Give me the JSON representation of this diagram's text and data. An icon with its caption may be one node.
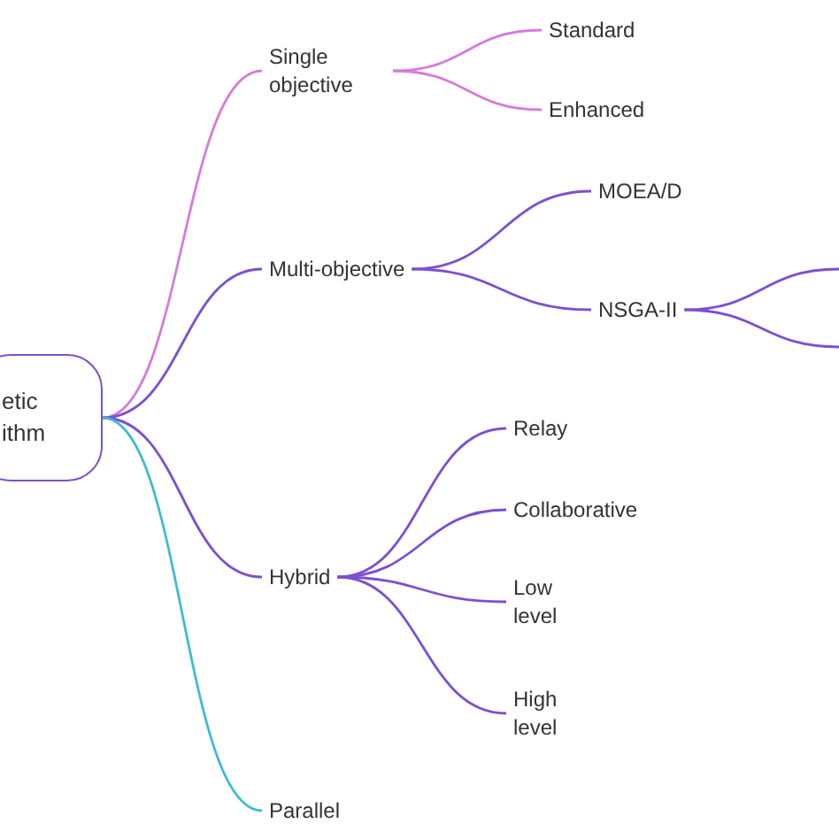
{
  "diagram": {
    "nodes": [
      {
        "text": [
          "etic ithm"
        ]
      },
      {
        "text": [
          "Single objective"
        ]
      },
      {
        "text": [
          "Standard"
        ]
      },
      {
        "text": [
          "Enhanced"
        ]
      },
      {
        "text": [
          "Multi-objective"
        ]
      },
      {
        "text": [
          "MOEA/D"
        ]
      },
      {
        "text": [
          "NSGA-II"
        ]
      },
      {
        "text": [
          "Hybrid"
        ]
      },
      {
        "text": [
          "Relay"
        ]
      },
      {
        "text": [
          "Collaborative"
        ]
      },
      {
        "text": [
          "Low level"
        ]
      },
      {
        "text": [
          "High level"
        ]
      },
      {
        "text": [
          "Parallel"
        ]
      }
    ],
    "edges": [
      {
        "from": 0,
        "to": 1,
        "arrow": "none",
        "color": "#d67bdc"
      },
      {
        "from": 1,
        "to": 2,
        "arrow": "none",
        "color": "#d67bdc"
      },
      {
        "from": 1,
        "to": 3,
        "arrow": "none",
        "color": "#d67bdc"
      },
      {
        "from": 0,
        "to": 4,
        "arrow": "none"
      },
      {
        "from": 4,
        "to": 5,
        "arrow": "none"
      },
      {
        "from": 4,
        "to": 6,
        "arrow": "none"
      },
      {
        "from": 6,
        "to": null,
        "arrow": "none"
      },
      {
        "from": 6,
        "to": null,
        "arrow": "none"
      },
      {
        "from": 0,
        "to": 7,
        "arrow": "none"
      },
      {
        "from": 7,
        "to": 8,
        "arrow": "none"
      },
      {
        "from": 7,
        "to": 9,
        "arrow": "none"
      },
      {
        "from": 7,
        "to": 10,
        "arrow": "none"
      },
      {
        "from": 7,
        "to": 11,
        "arrow": "none"
      },
      {
        "from": 0,
        "to": 12,
        "arrow": "none",
        "color": "#3cbcd4"
      }
    ]
  }
}
